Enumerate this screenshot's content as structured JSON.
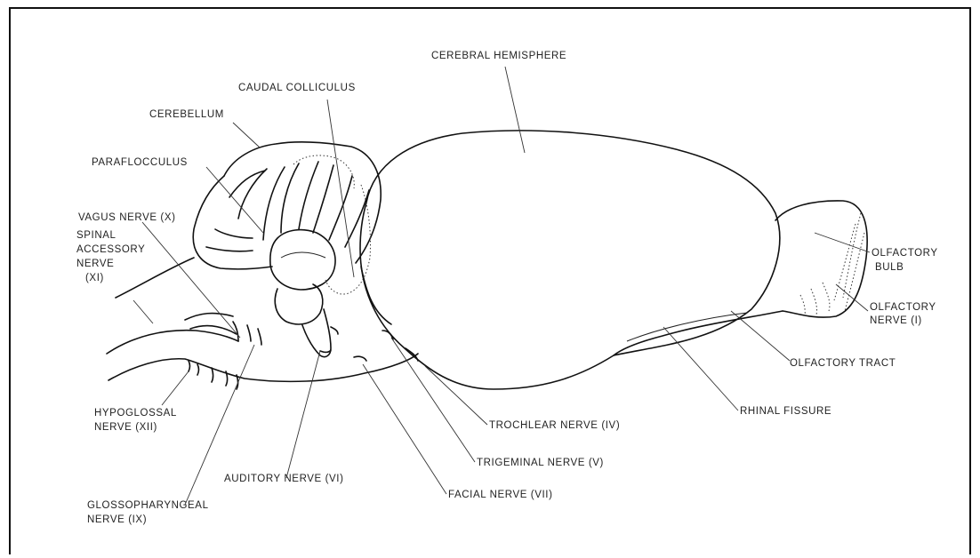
{
  "labels": {
    "cerebral_hemisphere": "CEREBRAL HEMISPHERE",
    "caudal_colliculus": "CAUDAL COLLICULUS",
    "cerebellum": "CEREBELLUM",
    "paraflocculus": "PARAFLOCCULUS",
    "vagus_nerve": "VAGUS NERVE (X)",
    "spinal_accessory_1": "SPINAL",
    "spinal_accessory_2": "ACCESSORY",
    "spinal_accessory_3": "NERVE",
    "spinal_accessory_4": "(XI)",
    "olfactory_bulb_1": "OLFACTORY",
    "olfactory_bulb_2": "BULB",
    "olfactory_nerve_1": "OLFACTORY",
    "olfactory_nerve_2": "NERVE (I)",
    "olfactory_tract": "OLFACTORY TRACT",
    "rhinal_fissure": "RHINAL FISSURE",
    "trochlear_nerve": "TROCHLEAR NERVE (IV)",
    "trigeminal_nerve": "TRIGEMINAL NERVE (V)",
    "facial_nerve": "FACIAL NERVE (VII)",
    "auditory_nerve": "AUDITORY NERVE (VI)",
    "hypoglossal_1": "HYPOGLOSSAL",
    "hypoglossal_2": "NERVE (XII)",
    "glossopharyngeal_1": "GLOSSOPHARYNGEAL",
    "glossopharyngeal_2": "NERVE (IX)"
  }
}
